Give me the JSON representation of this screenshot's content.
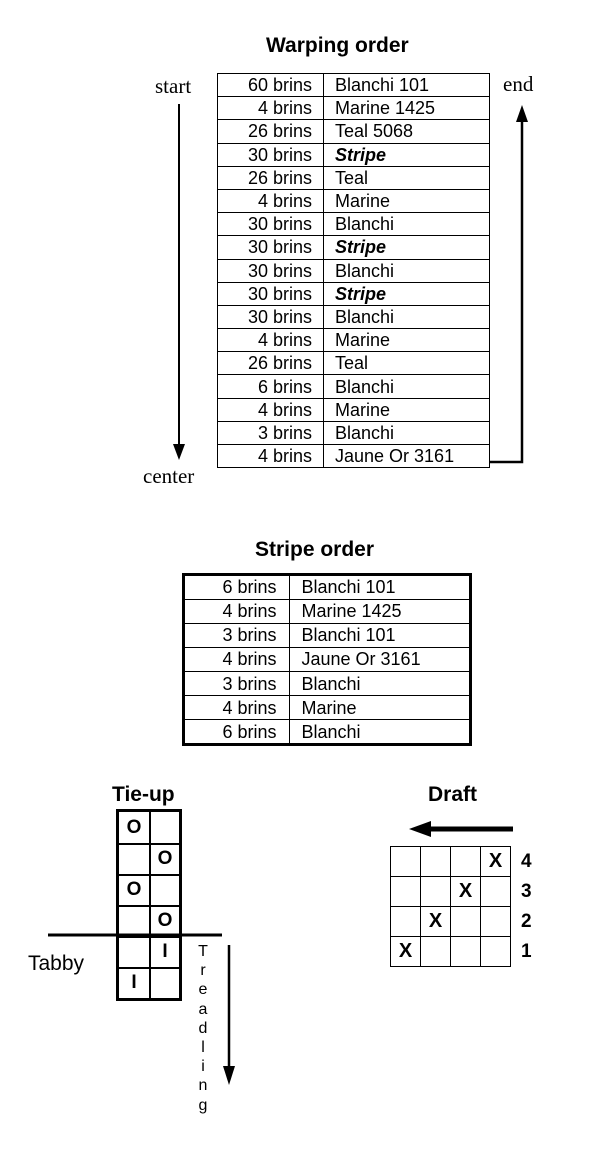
{
  "warping": {
    "title": "Warping order",
    "start_label": "start",
    "end_label": "end",
    "center_label": "center",
    "rows": [
      {
        "count": "60 brins",
        "color": "Blanchi 101",
        "emphasis": false
      },
      {
        "count": "4 brins",
        "color": "Marine 1425",
        "emphasis": false
      },
      {
        "count": "26 brins",
        "color": "Teal 5068",
        "emphasis": false
      },
      {
        "count": "30 brins",
        "color": "Stripe",
        "emphasis": true
      },
      {
        "count": "26 brins",
        "color": "Teal",
        "emphasis": false
      },
      {
        "count": "4 brins",
        "color": "Marine",
        "emphasis": false
      },
      {
        "count": "30 brins",
        "color": "Blanchi",
        "emphasis": false
      },
      {
        "count": "30 brins",
        "color": "Stripe",
        "emphasis": true
      },
      {
        "count": "30 brins",
        "color": "Blanchi",
        "emphasis": false
      },
      {
        "count": "30 brins",
        "color": "Stripe",
        "emphasis": true
      },
      {
        "count": "30 brins",
        "color": "Blanchi",
        "emphasis": false
      },
      {
        "count": "4 brins",
        "color": "Marine",
        "emphasis": false
      },
      {
        "count": "26 brins",
        "color": "Teal",
        "emphasis": false
      },
      {
        "count": "6 brins",
        "color": "Blanchi",
        "emphasis": false
      },
      {
        "count": "4 brins",
        "color": "Marine",
        "emphasis": false
      },
      {
        "count": "3 brins",
        "color": "Blanchi",
        "emphasis": false
      },
      {
        "count": "4 brins",
        "color": "Jaune Or 3161",
        "emphasis": false
      }
    ]
  },
  "stripe": {
    "title": "Stripe order",
    "rows": [
      {
        "count": "6 brins",
        "color": "Blanchi 101"
      },
      {
        "count": "4 brins",
        "color": "Marine 1425"
      },
      {
        "count": "3 brins",
        "color": "Blanchi 101"
      },
      {
        "count": "4 brins",
        "color": "Jaune Or 3161"
      },
      {
        "count": "3 brins",
        "color": "Blanchi"
      },
      {
        "count": "4 brins",
        "color": "Marine"
      },
      {
        "count": "6 brins",
        "color": "Blanchi"
      }
    ]
  },
  "tieup": {
    "title": "Tie-up",
    "tabby_label": "Tabby",
    "treadling_label": "Treadling",
    "cells": [
      [
        "O",
        ""
      ],
      [
        "",
        "O"
      ],
      [
        "O",
        ""
      ],
      [
        "",
        "O"
      ],
      [
        "",
        "I"
      ],
      [
        "I",
        ""
      ]
    ]
  },
  "draft": {
    "title": "Draft",
    "row_numbers": [
      "4",
      "3",
      "2",
      "1"
    ],
    "grid": [
      [
        "",
        "",
        "",
        "X"
      ],
      [
        "",
        "",
        "X",
        ""
      ],
      [
        "",
        "X",
        "",
        ""
      ],
      [
        "X",
        "",
        "",
        ""
      ]
    ]
  }
}
